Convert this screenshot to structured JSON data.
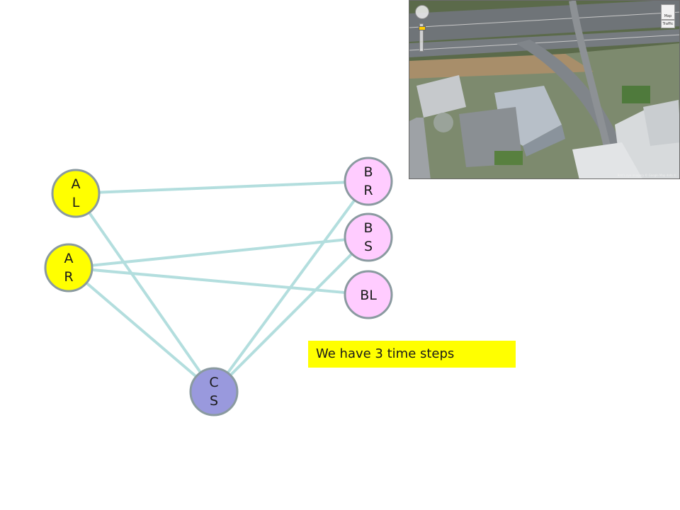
{
  "diagram": {
    "nodes": [
      {
        "id": "AL",
        "line1": "A",
        "line2": "L",
        "color": "#ffff00"
      },
      {
        "id": "AR",
        "line1": "A",
        "line2": "R",
        "color": "#ffff00"
      },
      {
        "id": "BR",
        "line1": "B",
        "line2": "R",
        "color": "#ffccff"
      },
      {
        "id": "BS",
        "line1": "B",
        "line2": "S",
        "color": "#ffccff"
      },
      {
        "id": "BL",
        "line1": "BL",
        "line2": "",
        "color": "#ffccff"
      },
      {
        "id": "CS",
        "line1": "C",
        "line2": "S",
        "color": "#9999dd"
      }
    ],
    "edges": [
      [
        "AL",
        "BR"
      ],
      [
        "AL",
        "CS"
      ],
      [
        "AR",
        "BS"
      ],
      [
        "AR",
        "BL"
      ],
      [
        "AR",
        "CS"
      ],
      [
        "BR",
        "CS"
      ],
      [
        "BS",
        "CS"
      ]
    ],
    "edge_color": "#b3dede",
    "node_border_color": "#8a9aa0"
  },
  "note": {
    "text": "We have 3 time steps",
    "background": "#ffff00"
  },
  "map_image": {
    "map_button_label": "Map",
    "traffic_button_label": "Traffic",
    "attribution": "Bird's eye imagery © Google Map data ©"
  }
}
